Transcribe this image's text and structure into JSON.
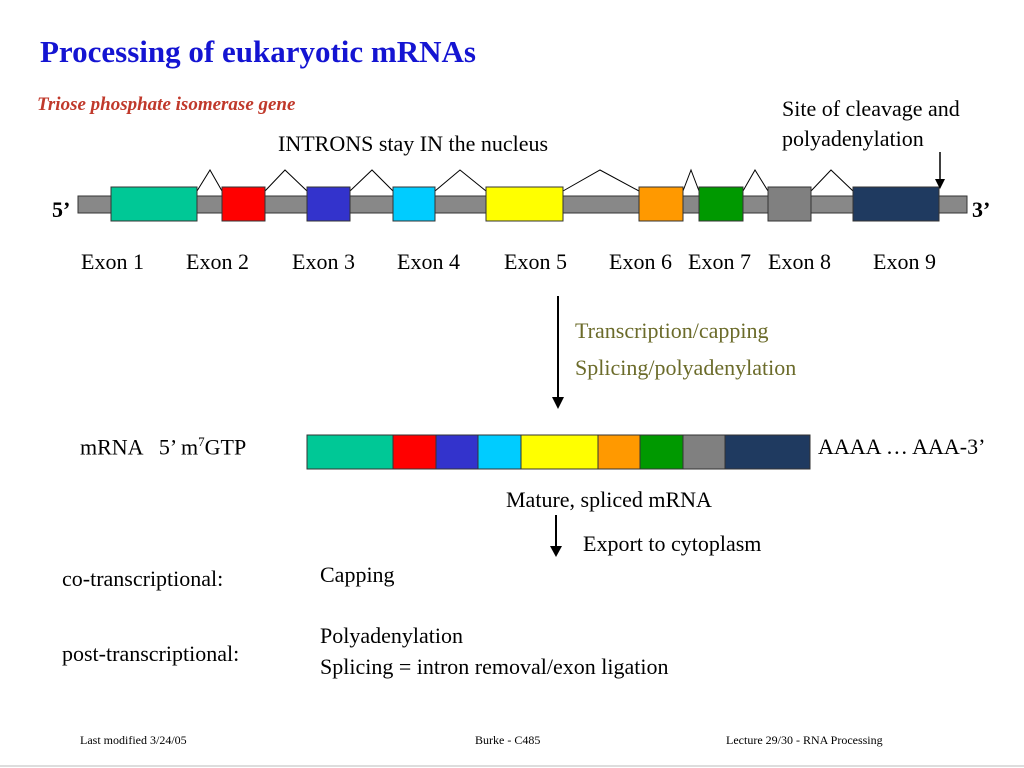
{
  "corner_mark": "",
  "title": "Processing of eukaryotic mRNAs",
  "gene_name": "Triose phosphate isomerase gene",
  "introns_note": "INTRONS stay IN the nucleus",
  "cleavage_note": [
    "Site of cleavage and",
    "polyadenylation"
  ],
  "five_prime": "5’",
  "three_prime": "3’",
  "exons": [
    {
      "label": "Exon 1",
      "color": "#00c896"
    },
    {
      "label": "Exon 2",
      "color": "#ff0000"
    },
    {
      "label": "Exon 3",
      "color": "#3333cc"
    },
    {
      "label": "Exon 4",
      "color": "#00ccff"
    },
    {
      "label": "Exon 5",
      "color": "#ffff00"
    },
    {
      "label": "Exon 6",
      "color": "#ff9900"
    },
    {
      "label": "Exon 7",
      "color": "#009900"
    },
    {
      "label": "Exon 8",
      "color": "#808080"
    },
    {
      "label": "Exon 9",
      "color": "#1f3a60"
    }
  ],
  "process_steps": [
    "Transcription/capping",
    "Splicing/polyadenylation"
  ],
  "mrna_label": {
    "prefix": "mRNA   5’ m",
    "superscript": "7",
    "suffix": "GTP"
  },
  "polya_tail": "AAAA … AAA-3’",
  "mature_label": "Mature, spliced mRNA",
  "export_label": "Export to cytoplasm",
  "co_transcriptional": {
    "label": "co-transcriptional:",
    "items": [
      "Capping"
    ]
  },
  "post_transcriptional": {
    "label": "post-transcriptional:",
    "items": [
      "Polyadenylation",
      "Splicing = intron removal/exon ligation"
    ]
  },
  "footer": {
    "left": "Last modified 3/24/05",
    "center": "Burke - C485",
    "right": "Lecture 29/30 - RNA Processing"
  }
}
